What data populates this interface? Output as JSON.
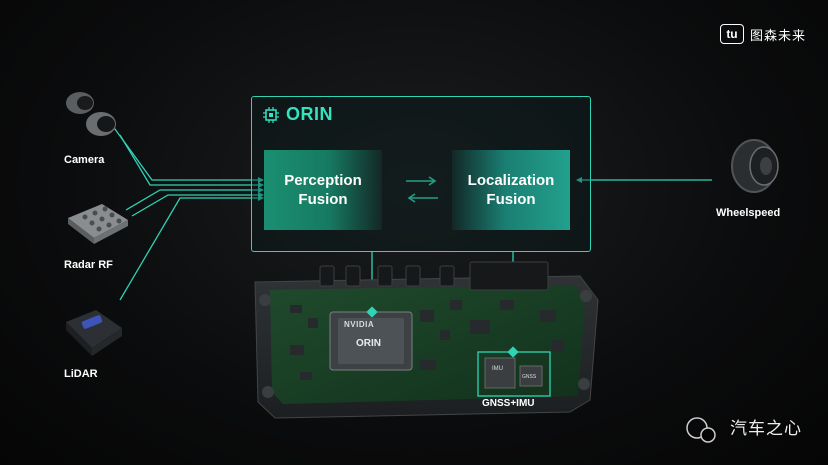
{
  "brand": {
    "badge": "tu",
    "name": "图森未来"
  },
  "orin": {
    "title": "ORIN"
  },
  "blocks": {
    "perception": {
      "line1": "Perception",
      "line2": "Fusion"
    },
    "localization": {
      "line1": "Localization",
      "line2": "Fusion"
    }
  },
  "sensors": {
    "camera": "Camera",
    "radar": "Radar RF",
    "lidar": "LiDAR",
    "wheelspeed": "Wheelspeed"
  },
  "board": {
    "chip_brand": "NVIDIA",
    "chip_label": "ORIN",
    "imu_chip": "IMU",
    "gnss_chip": "GNSS",
    "gnss_imu_label": "GNSS+IMU"
  },
  "watermark": {
    "text": "汽车之心"
  },
  "colors": {
    "accent": "#2fd3b5",
    "block_green": "#1b8f72",
    "block_teal": "#23a08d"
  }
}
